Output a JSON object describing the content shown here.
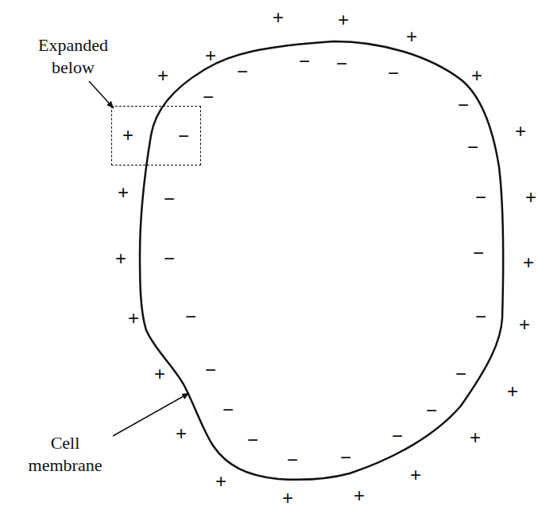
{
  "diagram": {
    "nodes": [
      {
        "text": [
          "+",
          "−"
        ]
      }
    ],
    "labels": [
      "Expanded below",
      "+",
      "+",
      "+",
      "+",
      "+",
      "+",
      "+",
      "+",
      "+",
      "+",
      "+",
      "+",
      "+",
      "+",
      "+",
      "+",
      "+",
      "+",
      "+",
      "+",
      "+",
      "−",
      "−",
      "−",
      "−",
      "−",
      "−",
      "−",
      "−",
      "−",
      "−",
      "−",
      "−",
      "−",
      "−",
      "−",
      "−",
      "−",
      "−",
      "−",
      "−",
      "−",
      "Cell membrane"
    ]
  }
}
